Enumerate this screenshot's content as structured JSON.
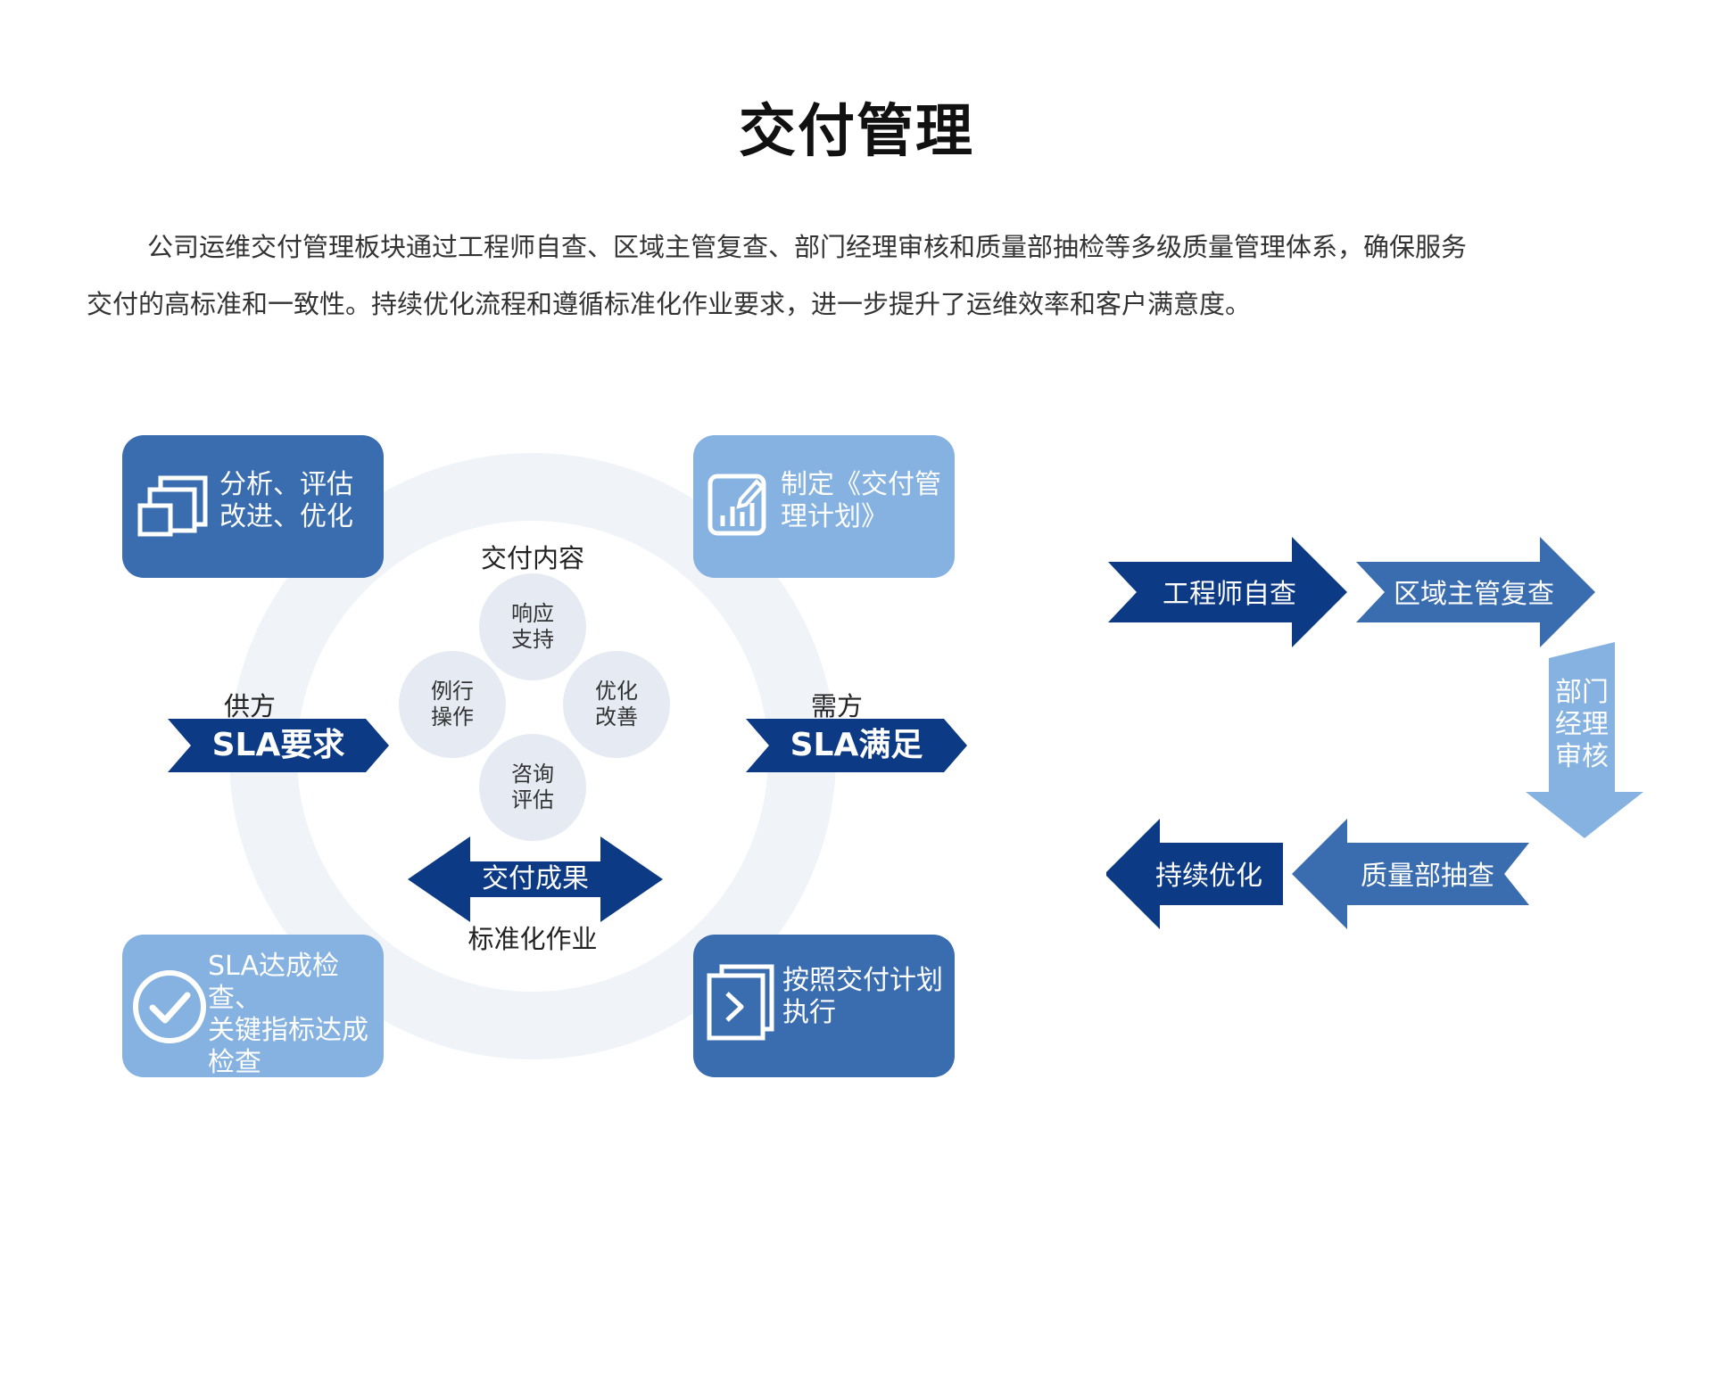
{
  "title": "交付管理",
  "intro": {
    "line1": "公司运维交付管理板块通过工程师自查、区域主管复查、部门经理审核和质量部抽检等多级质量管理体系，确保服务",
    "line2": "交付的高标准和一致性。持续优化流程和遵循标准化作业要求，进一步提升了运维效率和客户满意度。"
  },
  "cycle": {
    "cards": {
      "top_left": {
        "line1": "分析、评估",
        "line2": "改进、优化",
        "icon": "windows-icon"
      },
      "top_right": {
        "line1": "制定《交付管",
        "line2": "理计划》",
        "icon": "chart-edit-icon"
      },
      "bottom_left": {
        "line1": "SLA达成检查、",
        "line2": "关键指标达成",
        "line3": "检查",
        "icon": "check-circle-icon"
      },
      "bottom_right": {
        "line1": "按照交付计划",
        "line2": "执行",
        "icon": "play-window-icon"
      }
    },
    "center_title": "交付内容",
    "circles": {
      "top": {
        "line1": "响应",
        "line2": "支持"
      },
      "left": {
        "line1": "例行",
        "line2": "操作"
      },
      "right": {
        "line1": "优化",
        "line2": "改善"
      },
      "bottom": {
        "line1": "咨询",
        "line2": "评估"
      }
    },
    "supplier_label": "供方",
    "supplier_arrow": "SLA要求",
    "demander_label": "需方",
    "demander_arrow": "SLA满足",
    "result_arrow": "交付成果",
    "bottom_label": "标准化作业"
  },
  "flow": {
    "step1": "工程师自查",
    "step2": "区域主管复查",
    "step3": {
      "line1": "部门",
      "line2": "经理",
      "line3": "审核"
    },
    "step4": "质量部抽查",
    "step5": "持续优化"
  },
  "colors": {
    "dark_blue": "#0d3a85",
    "mid_blue": "#3a6db0",
    "light_blue": "#85b2e0",
    "circle_fill": "#e6ebf3",
    "ring": "#f0f3f8"
  }
}
